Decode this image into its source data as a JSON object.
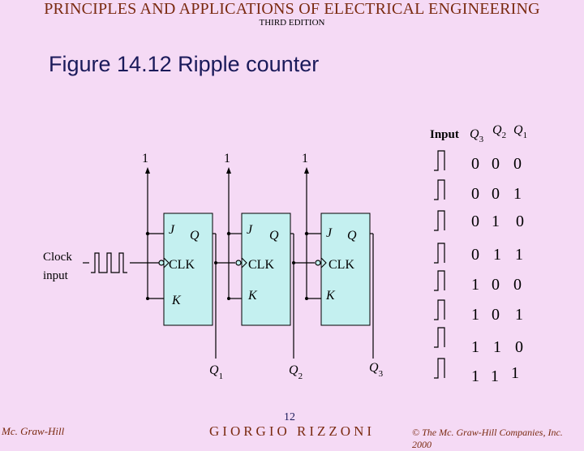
{
  "header": {
    "title": "PRINCIPLES AND APPLICATIONS OF ELECTRICAL ENGINEERING",
    "edition": "THIRD EDITION"
  },
  "figure_title": "Figure 14.12 Ripple counter",
  "circuit": {
    "clock_label_line1": "Clock",
    "clock_label_line2": "input",
    "high_labels": [
      "1",
      "1",
      "1"
    ],
    "flipflop_pins": {
      "j": "J",
      "q": "Q",
      "clk": "CLK",
      "k": "K"
    },
    "outputs": [
      {
        "base": "Q",
        "sub": "1"
      },
      {
        "base": "Q",
        "sub": "2"
      },
      {
        "base": "Q",
        "sub": "3"
      }
    ]
  },
  "truth_table": {
    "header": {
      "input": "Input",
      "cols": [
        {
          "base": "Q",
          "sub": "3"
        },
        {
          "base": "Q",
          "sub": "2"
        },
        {
          "base": "Q",
          "sub": "1"
        }
      ]
    },
    "rows": [
      [
        "0",
        "0",
        "0"
      ],
      [
        "0",
        "0",
        "1"
      ],
      [
        "0",
        "1",
        "0"
      ],
      [
        "0",
        "1",
        "1"
      ],
      [
        "1",
        "0",
        "0"
      ],
      [
        "1",
        "0",
        "1"
      ],
      [
        "1",
        "1",
        "0"
      ],
      [
        "1",
        "1",
        "1"
      ]
    ]
  },
  "footer": {
    "publisher": "Mc. Graw-Hill",
    "page": "12",
    "author": "GIORGIO RIZZONI",
    "copyright": "© The Mc. Graw-Hill Companies, Inc. 2000"
  }
}
